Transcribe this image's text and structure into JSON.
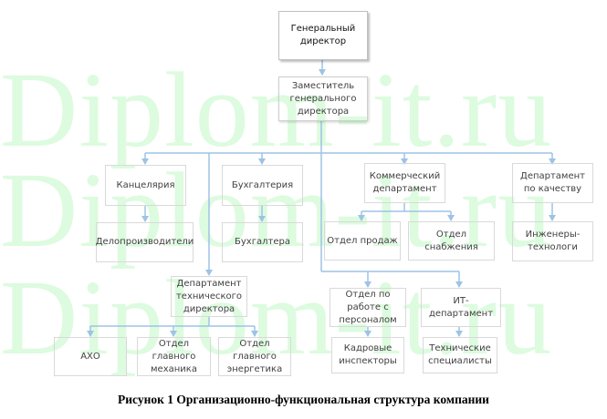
{
  "watermark": {
    "text": "Diplom-it.ru",
    "color": "#ddfbdf"
  },
  "colors": {
    "connector": "#9dc3e6",
    "box_border": "#d9d9d9",
    "text": "#404040"
  },
  "chart": {
    "general_director": "Генеральный директор",
    "deputy": "Заместитель генерального директора",
    "level1": [
      {
        "id": "office",
        "label": "Канцелярия",
        "child": "Делопроизводители"
      },
      {
        "id": "accounting",
        "label": "Бухгалтерия",
        "child": "Бухгалтера"
      },
      {
        "id": "commercial",
        "label": "Коммерческий департамент",
        "children": [
          "Отдел продаж",
          "Отдел снабжения"
        ]
      },
      {
        "id": "quality",
        "label": "Департамент по качеству",
        "child": "Инженеры-технологи"
      }
    ],
    "technical": {
      "label": "Департамент технического директора",
      "children": [
        "АХО",
        "Отдел главного механика",
        "Отдел главного энергетика"
      ]
    },
    "hr": {
      "label": "Отдел по работе с персоналом",
      "child": "Кадровые инспекторы"
    },
    "it": {
      "label": "ИТ-департамент",
      "child": "Технические специалисты"
    }
  },
  "caption": "Рисунок 1 Организационно-функциональная структура компании"
}
